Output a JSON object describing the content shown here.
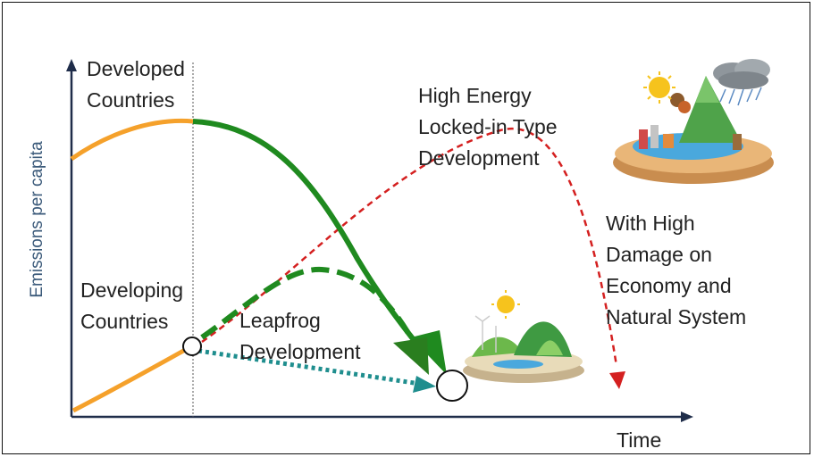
{
  "axes": {
    "ylabel": "Emissions per capita",
    "xlabel": "Time"
  },
  "labels": {
    "developed_1": "Developed",
    "developed_2": "Countries",
    "developing_1": "Developing",
    "developing_2": "Countries",
    "high_energy_1": "High Energy",
    "high_energy_2": "Locked-in Type",
    "high_energy_3": "Development",
    "leapfrog_1": "Leapfrog",
    "leapfrog_2": "Development",
    "damage_1": "With High",
    "damage_2": "Damage on",
    "damage_3": "Economy and",
    "damage_4": "Natural System"
  },
  "colors": {
    "historical": "#f5a12b",
    "developed_path": "#1f8a1f",
    "leapfrog_path": "#1f8a1f",
    "direct_path": "#1f8e8e",
    "high_energy_path": "#d42020",
    "axis": "#1f2d4a"
  },
  "icons": [
    "polluted-world-icon",
    "green-world-icon",
    "sun-icon",
    "storm-cloud-icon"
  ]
}
